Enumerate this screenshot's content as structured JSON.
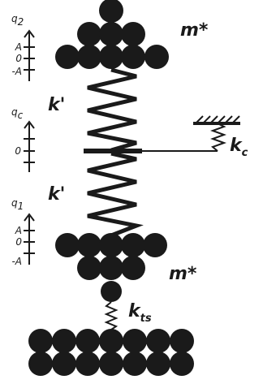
{
  "labels": {
    "m_top": "m*",
    "m_bottom": "m*",
    "k_prime_top": "k'",
    "k_prime_bottom": "k'",
    "k_c_main": "k",
    "k_c_sub": "c",
    "k_ts_main": "k",
    "k_ts_sub": "ts"
  },
  "axes": {
    "q2": {
      "name": "q",
      "sub": "2",
      "ticks": [
        "A",
        "0",
        "-A"
      ]
    },
    "qc": {
      "name": "q",
      "sub": "c",
      "ticks": [
        "0"
      ]
    },
    "q1": {
      "name": "q",
      "sub": "1",
      "ticks": [
        "A",
        "0",
        "-A"
      ]
    }
  },
  "colors": {
    "ink": "#1a1a1a",
    "background": "#ffffff"
  }
}
